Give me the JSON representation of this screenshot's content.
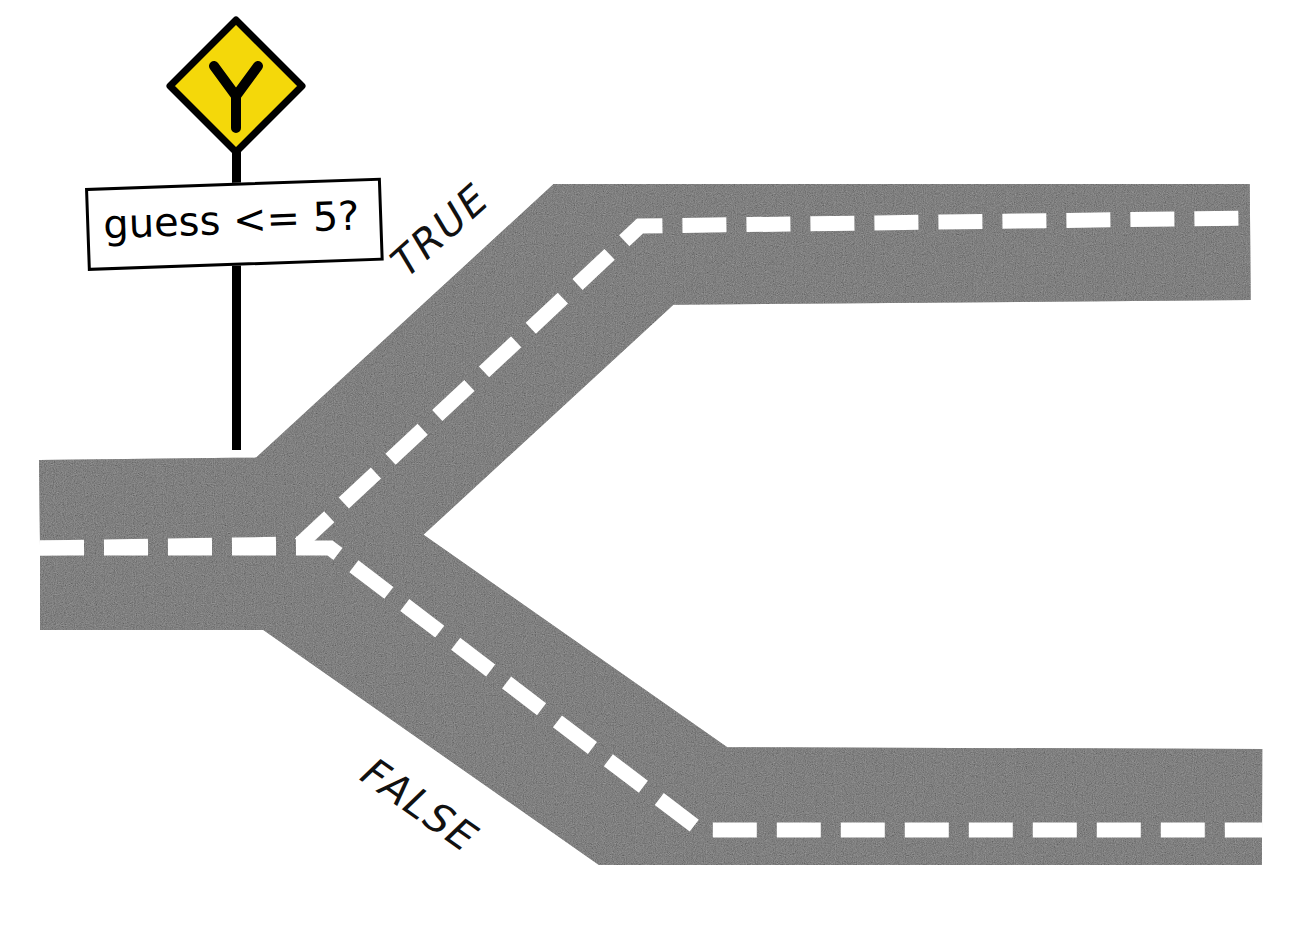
{
  "diagram": {
    "nodes": [
      {
        "text": [
          "guess <= 5?"
        ]
      }
    ],
    "labels": [
      "TRUE",
      "FALSE"
    ]
  }
}
